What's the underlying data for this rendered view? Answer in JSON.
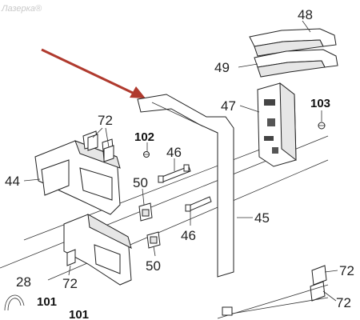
{
  "watermark": {
    "text": "Лазерка®",
    "color": "#c8c8c8"
  },
  "arrow": {
    "color": "#b03a2e"
  },
  "callouts": {
    "c48": "48",
    "c49": "49",
    "c47": "47",
    "c103": "103",
    "c72a": "72",
    "c102": "102",
    "c46a": "46",
    "c44": "44",
    "c50a": "50",
    "c45": "45",
    "c46b": "46",
    "c50b": "50",
    "c28": "28",
    "c72b": "72",
    "c101a": "101",
    "c101b": "101",
    "c72c": "72",
    "c72d": "72"
  }
}
